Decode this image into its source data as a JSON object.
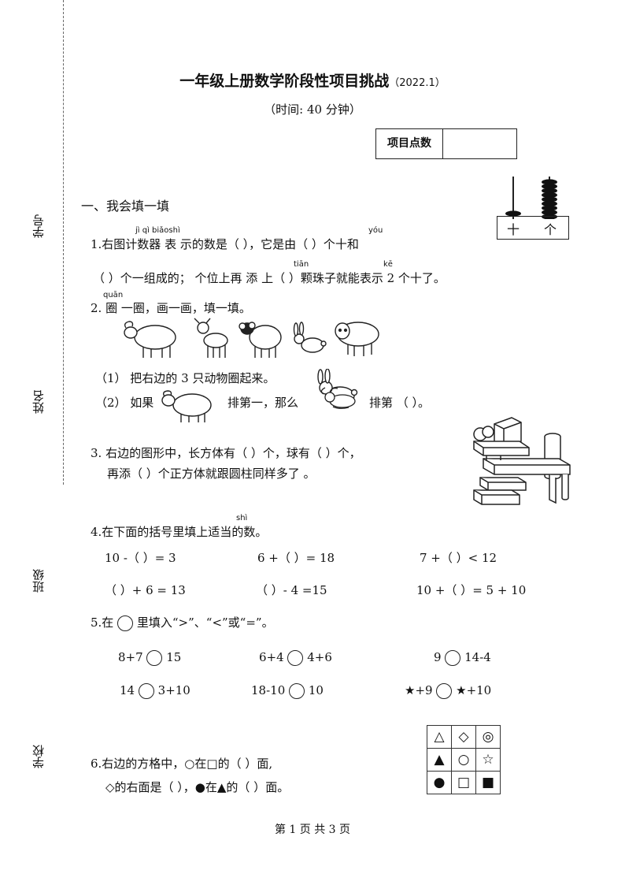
{
  "side_labels": {
    "student_no": "学号",
    "name": "姓名",
    "class": "班级",
    "school": "学校"
  },
  "title": "一年级上册数学阶段性项目挑战",
  "title_date": "（2022.1）",
  "subtitle": "（时间:   40 分钟）",
  "score_label": "项目点数",
  "section1": "一、我会填一填",
  "abacus": {
    "tens": "十",
    "ones": "个",
    "tens_beads": 1,
    "ones_beads": 9
  },
  "q1": {
    "line1": "1.右图计数器 表 示的数是（          ），它是由（        ）个十和",
    "line2": "（        ）个一组成的；  个位上再 添 上（      ）颗珠子就能表示 2 个十了。",
    "py_jishuqi": "jì  qì biǎoshì",
    "py_you": "yóu",
    "py_tian": "tiān",
    "py_ke": "kē"
  },
  "q2": {
    "title": "2.  圈 一圈，画一画，填一填。",
    "py_quan": "quān",
    "sub1": "（1）   把右边的 3 只动物圈起来。",
    "sub2a": "（2）   如果",
    "sub2b": "排第一，那么",
    "sub2c": "排第 （        ）。"
  },
  "q3": {
    "line1": "3. 右边的图形中，长方体有（        ）个，球有（        ）个，",
    "line2": "再添（          ）个正方体就跟圆柱同样多了 。"
  },
  "q4": {
    "title": "4.在下面的括号里填上适当的数。",
    "py_shi": "shì",
    "row1": [
      "10 -（    ）= 3",
      "6 +（      ）=  18",
      "7 +（      ）< 12"
    ],
    "row2": [
      "（    ）+ 6  =  13",
      "（      ）- 4  =15",
      "10 +（      ）= 5 + 10"
    ]
  },
  "q5": {
    "title_a": "5.在",
    "title_b": "里填入“>”、“<”或“=”。",
    "row1": [
      [
        "8+7",
        "15"
      ],
      [
        "6+4",
        "4+6"
      ],
      [
        "9",
        "14-4"
      ]
    ],
    "row2": [
      [
        "14",
        "3+10"
      ],
      [
        "18-10",
        "10"
      ],
      [
        "★+9",
        "★+10"
      ]
    ]
  },
  "q6": {
    "line1": "6.右边的方格中，○在□的（      ）面,",
    "line2": "◇的右面是（        ），●在▲的（        ）面。",
    "grid": [
      [
        "△",
        "◇",
        "◎"
      ],
      [
        "▲",
        "○",
        "☆"
      ],
      [
        "●",
        "□",
        "■"
      ]
    ]
  },
  "footer": "第 1 页 共 3 页"
}
